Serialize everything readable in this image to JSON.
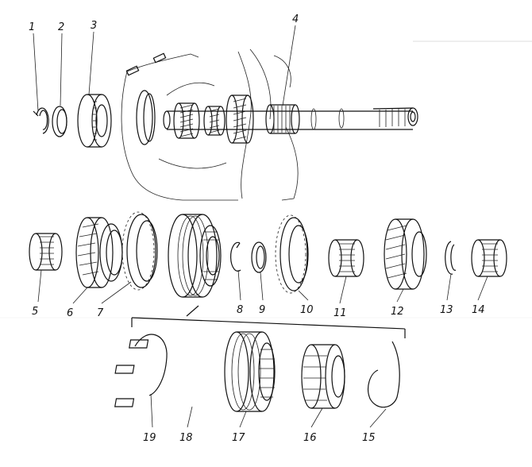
{
  "diagram": {
    "labels": {
      "l1": "1",
      "l2": "2",
      "l3": "3",
      "l4": "4",
      "l5": "5",
      "l6": "6",
      "l7": "7",
      "l8": "8",
      "l9": "9",
      "l10": "10",
      "l11": "11",
      "l12": "12",
      "l13": "13",
      "l14": "14",
      "l15": "15",
      "l16": "16",
      "l17": "17",
      "l18": "18",
      "l19": "19"
    },
    "ink_color": "#111111",
    "paper_color": "#ffffff"
  }
}
